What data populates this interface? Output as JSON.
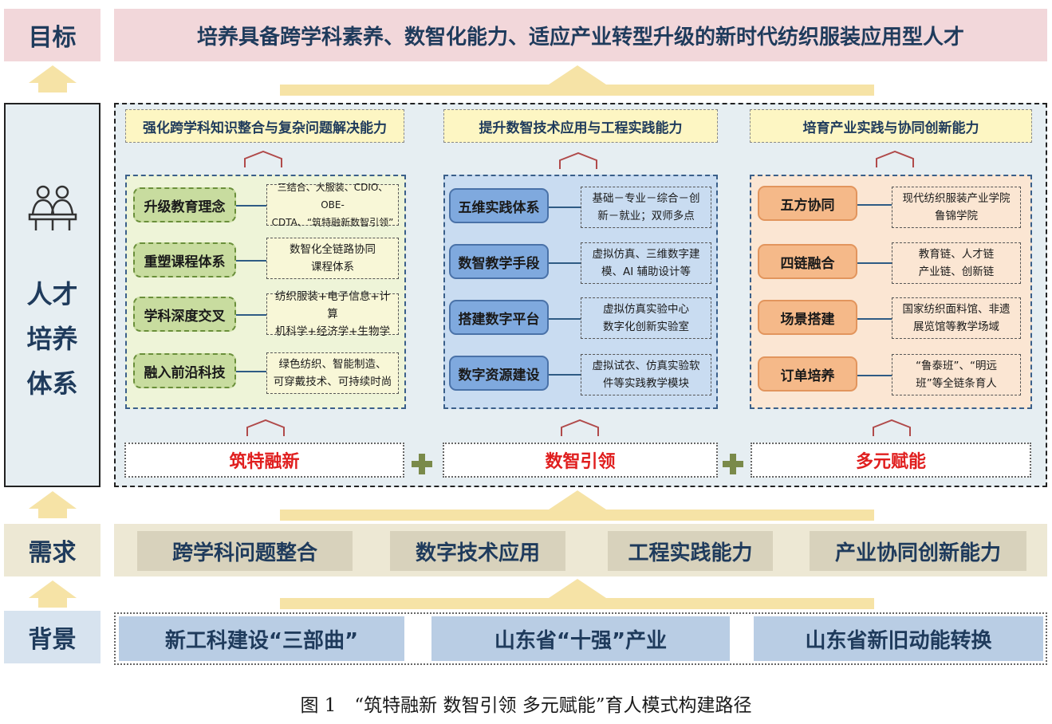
{
  "labels": {
    "goal": "目标",
    "talent_line1": "人才",
    "talent_line2": "培养",
    "talent_line3": "体系",
    "need": "需求",
    "background": "背景"
  },
  "goal_text": "培养具备跨学科素养、数智化能力、适应产业转型升级的新时代纺织服装应用型人才",
  "abilities": [
    "强化跨学科知识整合与复杂问题解决能力",
    "提升数智技术应用与工程实践能力",
    "培育产业实践与协同创新能力"
  ],
  "columns": [
    {
      "items": [
        {
          "label": "升级教育理念",
          "desc1": "三结合、大服装、CDIO、OBE-",
          "desc2": "CDTA、“筑特融新数智引领”"
        },
        {
          "label": "重塑课程体系",
          "desc1": "数智化全链路协同",
          "desc2": "课程体系"
        },
        {
          "label": "学科深度交叉",
          "desc1": "纺织服装+电子信息+计算",
          "desc2": "机科学+经济学+生物学"
        },
        {
          "label": "融入前沿科技",
          "desc1": "绿色纺织、智能制造、",
          "desc2": "可穿戴技术、可持续时尚"
        }
      ]
    },
    {
      "items": [
        {
          "label": "五维实践体系",
          "desc1": "基础－专业－综合－创",
          "desc2": "新－就业；双师多点"
        },
        {
          "label": "数智教学手段",
          "desc1": "虚拟仿真、三维数字建",
          "desc2": "模、AI 辅助设计等"
        },
        {
          "label": "搭建数字平台",
          "desc1": "虚拟仿真实验中心",
          "desc2": "数字化创新实验室"
        },
        {
          "label": "数字资源建设",
          "desc1": "虚拟试衣、仿真实验软",
          "desc2": "件等实践教学模块"
        }
      ]
    },
    {
      "items": [
        {
          "label": "五方协同",
          "desc1": "现代纺织服装产业学院",
          "desc2": "鲁锦学院"
        },
        {
          "label": "四链融合",
          "desc1": "教育链、人才链",
          "desc2": "产业链、创新链"
        },
        {
          "label": "场景搭建",
          "desc1": "国家纺织面料馆、非遗",
          "desc2": "展览馆等教学场域"
        },
        {
          "label": "订单培养",
          "desc1": "“鲁泰班”、“明远",
          "desc2": "班”等全链条育人"
        }
      ]
    }
  ],
  "bases": [
    "筑特融新",
    "数智引领",
    "多元赋能"
  ],
  "needs": [
    "跨学科问题整合",
    "数字技术应用",
    "工程实践能力",
    "产业协同创新能力"
  ],
  "backgrounds": [
    "新工科建设“三部曲”",
    "山东省“十强”产业",
    "山东省新旧动能转换"
  ],
  "caption": "图 1　“筑特融新  数智引领  多元赋能”育人模式构建路径",
  "icons": {
    "people": "people-meeting-icon",
    "house": "house-outline-icon",
    "plus": "plus-icon",
    "arrow": "arrow-up-icon"
  },
  "colors": {
    "title_text": "#1f3b5c",
    "base_text": "#e01e1e",
    "goal_bg": "#f2d7da",
    "panel_bg": "#e6eef2"
  }
}
